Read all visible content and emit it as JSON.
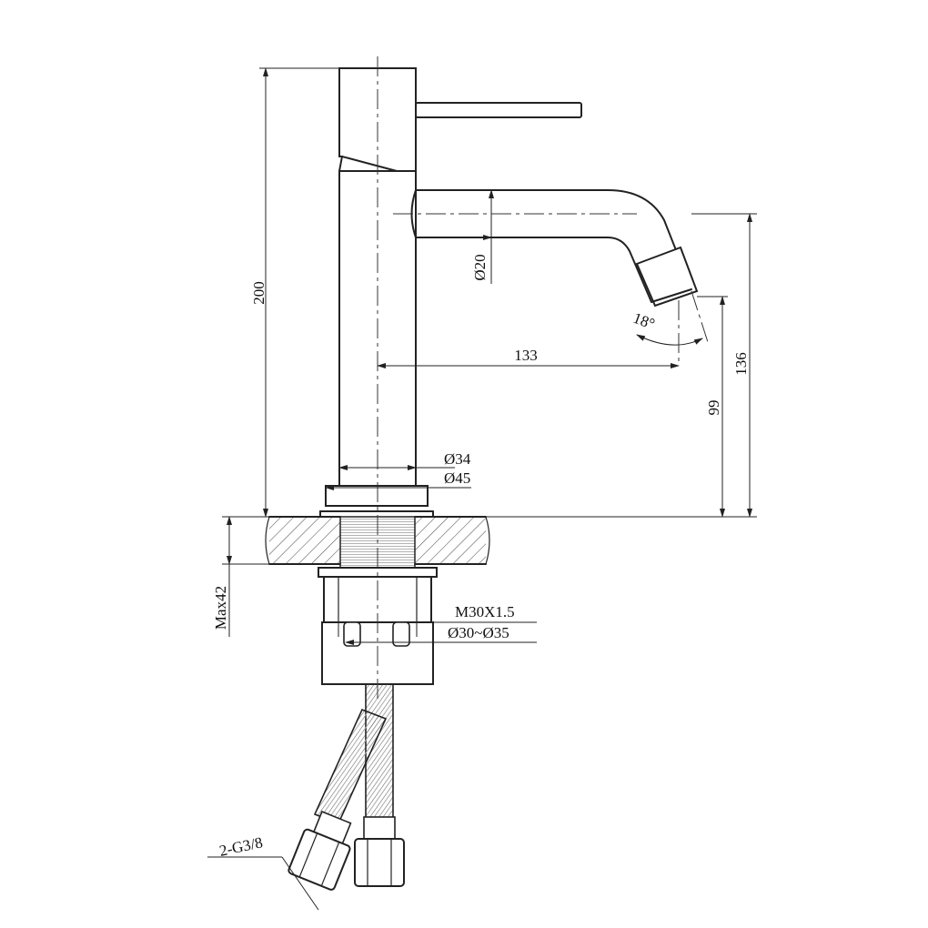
{
  "dimensions": {
    "total_height": "200",
    "spout_reach": "133",
    "spout_height": "136",
    "outlet_height": "99",
    "spout_diameter": "Ø20",
    "spout_angle": "18°",
    "body_diameter": "Ø34",
    "base_diameter": "Ø45",
    "max_counter_thickness": "Max42",
    "thread": "M30X1.5",
    "hole_range": "Ø30~Ø35",
    "hose_connection": "2-G3/8"
  },
  "colors": {
    "line": "#222222",
    "background": "#ffffff"
  }
}
